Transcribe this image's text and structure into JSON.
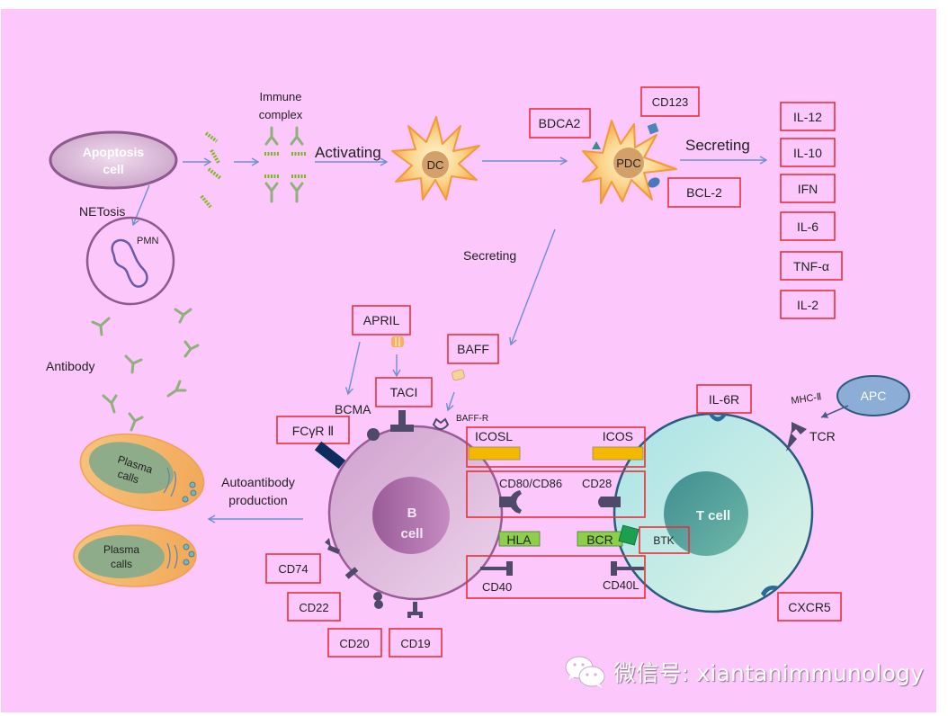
{
  "title": "SLE immune pathogenesis diagram",
  "flow": {
    "apoptosis_cell": "Apoptosis cell",
    "apoptosis_line1": "Apoptosis",
    "apoptosis_line2": "cell",
    "immune_complex_line1": "Immune",
    "immune_complex_line2": "complex",
    "activating": "Activating",
    "dc": "DC",
    "pdc": "PDC",
    "secreting_right": "Secreting",
    "secreting_down": "Secreting",
    "netosis": "NETosis",
    "pmn": "PMN",
    "antibody": "Antibody",
    "autoantibody_line1": "Autoantibody",
    "autoantibody_line2": "production",
    "plasma_line1": "Plasma",
    "plasma_line2": "calls",
    "b_cell_line1": "B",
    "b_cell_line2": "cell",
    "t_cell": "T cell",
    "apc": "APC",
    "mhc": "MHC-Ⅱ",
    "tcr": "TCR",
    "bcma": "BCMA",
    "baff_r": "BAFF-R"
  },
  "pdc_markers": {
    "bdca2": "BDCA2",
    "cd123": "CD123",
    "bcl2": "BCL-2"
  },
  "cytokines": [
    "IL-12",
    "IL-10",
    "IFN",
    "IL-6",
    "TNF-α",
    "IL-2"
  ],
  "ligands": {
    "april": "APRIL",
    "baff": "BAFF",
    "taci": "TACI",
    "fcgr": "FCγR Ⅱ"
  },
  "synapse": {
    "icosl": "ICOSL",
    "icos": "ICOS",
    "cd80_86": "CD80/CD86",
    "cd28": "CD28",
    "hla": "HLA",
    "bcr": "BCR",
    "btk": "BTK",
    "cd40": "CD40",
    "cd40l": "CD40L"
  },
  "b_cell_markers": {
    "cd74": "CD74",
    "cd22": "CD22",
    "cd20": "CD20",
    "cd19": "CD19"
  },
  "t_cell_markers": {
    "il6r": "IL-6R",
    "cxcr5": "CXCR5"
  },
  "watermark": "微信号: xiantanimmunology",
  "colors": {
    "background": "#fcc8fc",
    "box_border": "#e8303c",
    "arrow": "#6d8fd0",
    "b_cell": "#d9a8d6",
    "t_cell": "#bfe8e2",
    "dc": "#f6a94a",
    "icos_bar": "#f5b800",
    "hla_bar": "#8ccf4a",
    "btk": "#1aa050"
  }
}
